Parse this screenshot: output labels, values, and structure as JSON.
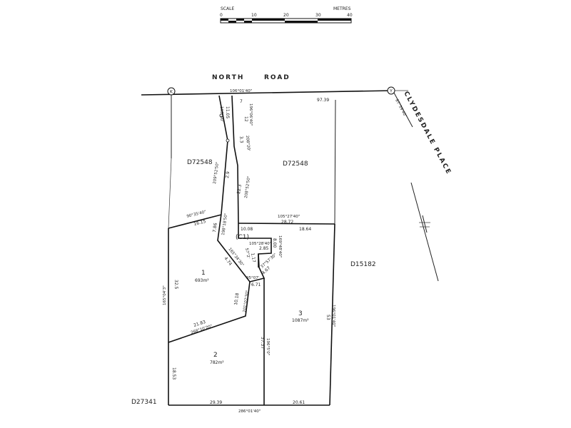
{
  "scale": {
    "label": "SCALE",
    "unit": "METRES",
    "ticks": [
      "0",
      "10",
      "20",
      "30",
      "40"
    ]
  },
  "roads": {
    "north": "NORTH ROAD",
    "north_word1": "NORTH",
    "north_word2": "ROAD",
    "clydesdale": "CLYDESDALE PLACE"
  },
  "stations": {
    "left": "K",
    "right": "Y"
  },
  "parcels": {
    "left_ref": "D72548",
    "mid_ref": "D72548",
    "east_ref": "D15182",
    "south_ref": "D27341"
  },
  "common": "(C1)",
  "lots": [
    {
      "num": "1",
      "area": "693m²"
    },
    {
      "num": "2",
      "area": "782m²"
    },
    {
      "num": "3",
      "area": "1087m²"
    }
  ],
  "dims": {
    "top_bearing": "106°01'40\"",
    "top_7": "7",
    "top_9739": "97.39",
    "clydesdale_brg": "87°39'40\"",
    "d1105": "11.05",
    "b1650": "165°00'",
    "d12": "12",
    "b1960": "196°06'40\"",
    "d33": "3.3",
    "b208": "208°20'",
    "b2095": "209°52'50\"",
    "d29": "2.9",
    "d223": "22.3",
    "b2085": "208°52'50\"",
    "b90": "90°35'40\"",
    "d1615": "16.15",
    "d786": "7.86",
    "b1986": "198°18'50\"",
    "b105a": "105°27'40\"",
    "d2872": "28.72",
    "d1008": "10.08",
    "d1864": "18.64",
    "b105b": "105°28'40\"",
    "d285": "2.85",
    "d800": "8.00",
    "b1690": "169°48'40\"",
    "b1654": "165°34'30\"",
    "d474": "4.74",
    "b57": "57°2'",
    "d117": "1.17",
    "b378": "37°57'30\"",
    "d467": "4.67",
    "b95": "95°07'",
    "d671": "6.71",
    "d325": "32.5",
    "b1650b": "165°04'3\"",
    "d1018": "10.18",
    "b2010": "201°07'30\"",
    "d2183": "21.83",
    "b2680": "268°10'20\"",
    "d3737": "37.37",
    "b1965": "196°5'0\"",
    "d53": "53",
    "b1960b": "196°01'40\"",
    "d1853": "18.53",
    "d2939": "29.39",
    "d2061": "20.61",
    "b2860": "286°01'40\""
  }
}
